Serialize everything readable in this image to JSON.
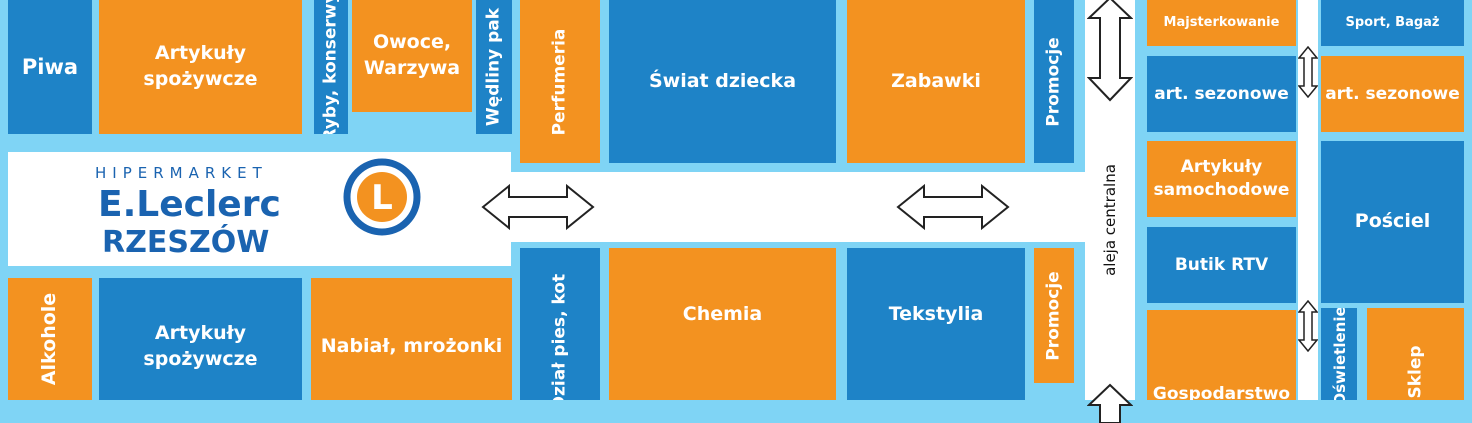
{
  "store": {
    "header": "HIPERMARKET",
    "brand": "E.Leclerc",
    "city": "RZESZÓW",
    "logo_letter": "L"
  },
  "departments": {
    "piwa": "Piwa",
    "artykuly_spozywcze_top": "Artykuły spożywcze",
    "ryby_konserwy": "Ryby, konserwy",
    "owoce_warzywa": "Owoce, Warzywa",
    "wedliny": "Wędliny pak",
    "perfumeria": "Perfumeria",
    "swiat_dziecka": "Świat dziecka",
    "zabawki": "Zabawki",
    "promocje_top": "Promocje",
    "alkohole": "Alkohole",
    "artykuly_spozywcze_bottom": "Artykuły spożywcze",
    "nabial_mrozonki": "Nabiał, mrożonki",
    "dzial_pies_kot": "Dział pies, kot",
    "chemia": "Chemia",
    "tekstylia": "Tekstylia",
    "promocje_bottom": "Promocje",
    "majsterkowanie": "Majsterkowanie",
    "art_sezonowe_1": "art. sezonowe",
    "artykuly_samochodowe": "Artykuły samochodowe",
    "butik_rtv": "Butik RTV",
    "gospodarstwo": "Gospodarstwo",
    "sport_bagaz": "Sport, Bagaż",
    "art_sezonowe_2": "art. sezonowe",
    "posciel": "Pościel",
    "oswietlenie": "Oświetlenie",
    "sklep": "Sklep"
  },
  "aisle_label": "aleja centralna",
  "colors": {
    "background": "#7fd4f5",
    "blue_block": "#1e83c7",
    "orange_block": "#f39220",
    "logo_blue": "#1a63b0",
    "logo_orange": "#f39220"
  }
}
